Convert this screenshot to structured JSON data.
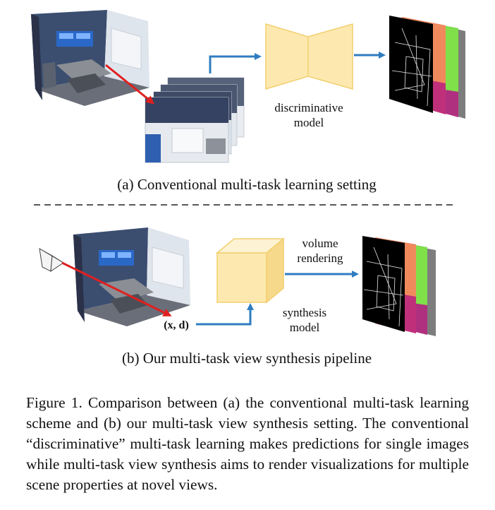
{
  "panel_a": {
    "model_label_line1": "discriminative",
    "model_label_line2": "model",
    "caption": "(a) Conventional multi-task learning setting"
  },
  "panel_b": {
    "input_label": "(x, d)",
    "rendering_label_line1": "volume",
    "rendering_label_line2": "rendering",
    "model_label_line1": "synthesis",
    "model_label_line2": "model",
    "caption": "(b) Our multi-task view synthesis pipeline"
  },
  "figure_caption": "Figure 1. Comparison between (a) the conventional multi-task learning scheme and (b) our multi-task view synthesis setting. The conventional “discriminative” multi-task learning makes predictions for single images while multi-task view synthesis aims to render visualizations for multiple scene properties at novel views.",
  "colors": {
    "model_fill": "#fde9b0",
    "model_stroke": "#f2cf6e",
    "blue_arrow": "#2f7dc0",
    "red_arrow": "#e02020",
    "output_orange": "#f08a5d",
    "output_green": "#7fe04a",
    "output_magenta": "#c0307a"
  }
}
